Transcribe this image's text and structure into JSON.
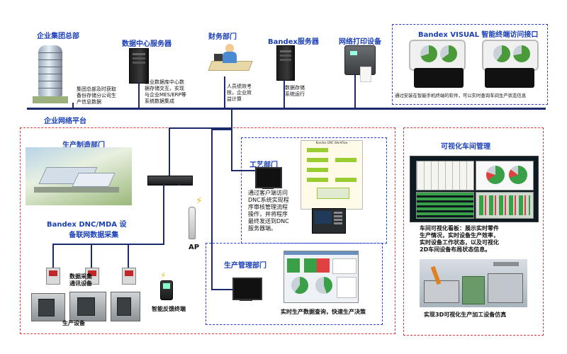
{
  "bus_label": "企业网络平台",
  "top_nodes": {
    "hq": {
      "title": "企业集团总部",
      "desc": [
        "集团总部及时获取",
        "备份存储分公司生",
        "产信息数据"
      ]
    },
    "data_center": {
      "title": "数据中心服务器",
      "desc": [
        "企业数据库中心数",
        "据存储交互，实现",
        "与企业MES/ERP等",
        "系统数据集成"
      ]
    },
    "finance": {
      "title": "财务部门",
      "desc": [
        "人员绩效考",
        "核，企业效",
        "益计算"
      ]
    },
    "bandex_server": {
      "title": "Bandex服务器",
      "desc": [
        "数据存储",
        "系统运行"
      ]
    },
    "printer": {
      "title": "网络打印设备"
    },
    "visual": {
      "title": "Bandex VISUAL 智能终端访问接口",
      "desc": "通过安装在智能手机终端的软件，可以实时查询车间生产状态信息"
    }
  },
  "production": {
    "title": "生产制造部门",
    "dnc_title": [
      "Bandex DNC/MDA 设",
      "备联网数据采集"
    ],
    "ap": "AP",
    "collector": [
      "数据采集",
      "通讯设备"
    ],
    "equipment": "生产设备",
    "feedback": "智能反馈终端"
  },
  "process": {
    "title": "工艺部门",
    "desc": [
      "通过客户端访问",
      "DNC系统实现程",
      "序审核管理流程",
      "操作，并将程序",
      "最终发送到DNC",
      "服务器端。"
    ],
    "workflow_title": "Bandex DNC Workflow"
  },
  "mgmt": {
    "title": "生产管理部门",
    "desc": "实时生产数据查询，快速生产决策"
  },
  "visual_workshop": {
    "title": "可视化车间管理",
    "desc": [
      "车间可视化看板：展示实时零件",
      "生产情况，实时设备生产效率，",
      "实时设备工作状态，以及可视化",
      "2D车间设备布局状态信息。"
    ],
    "desc3d": "实现3D可视化生产加工设备仿真"
  },
  "colors": {
    "bus": "#1a2a6a",
    "title_blue": "#1a3fb8",
    "red_dash": "#e03a3a",
    "blue_dash": "#2b3fd0"
  }
}
